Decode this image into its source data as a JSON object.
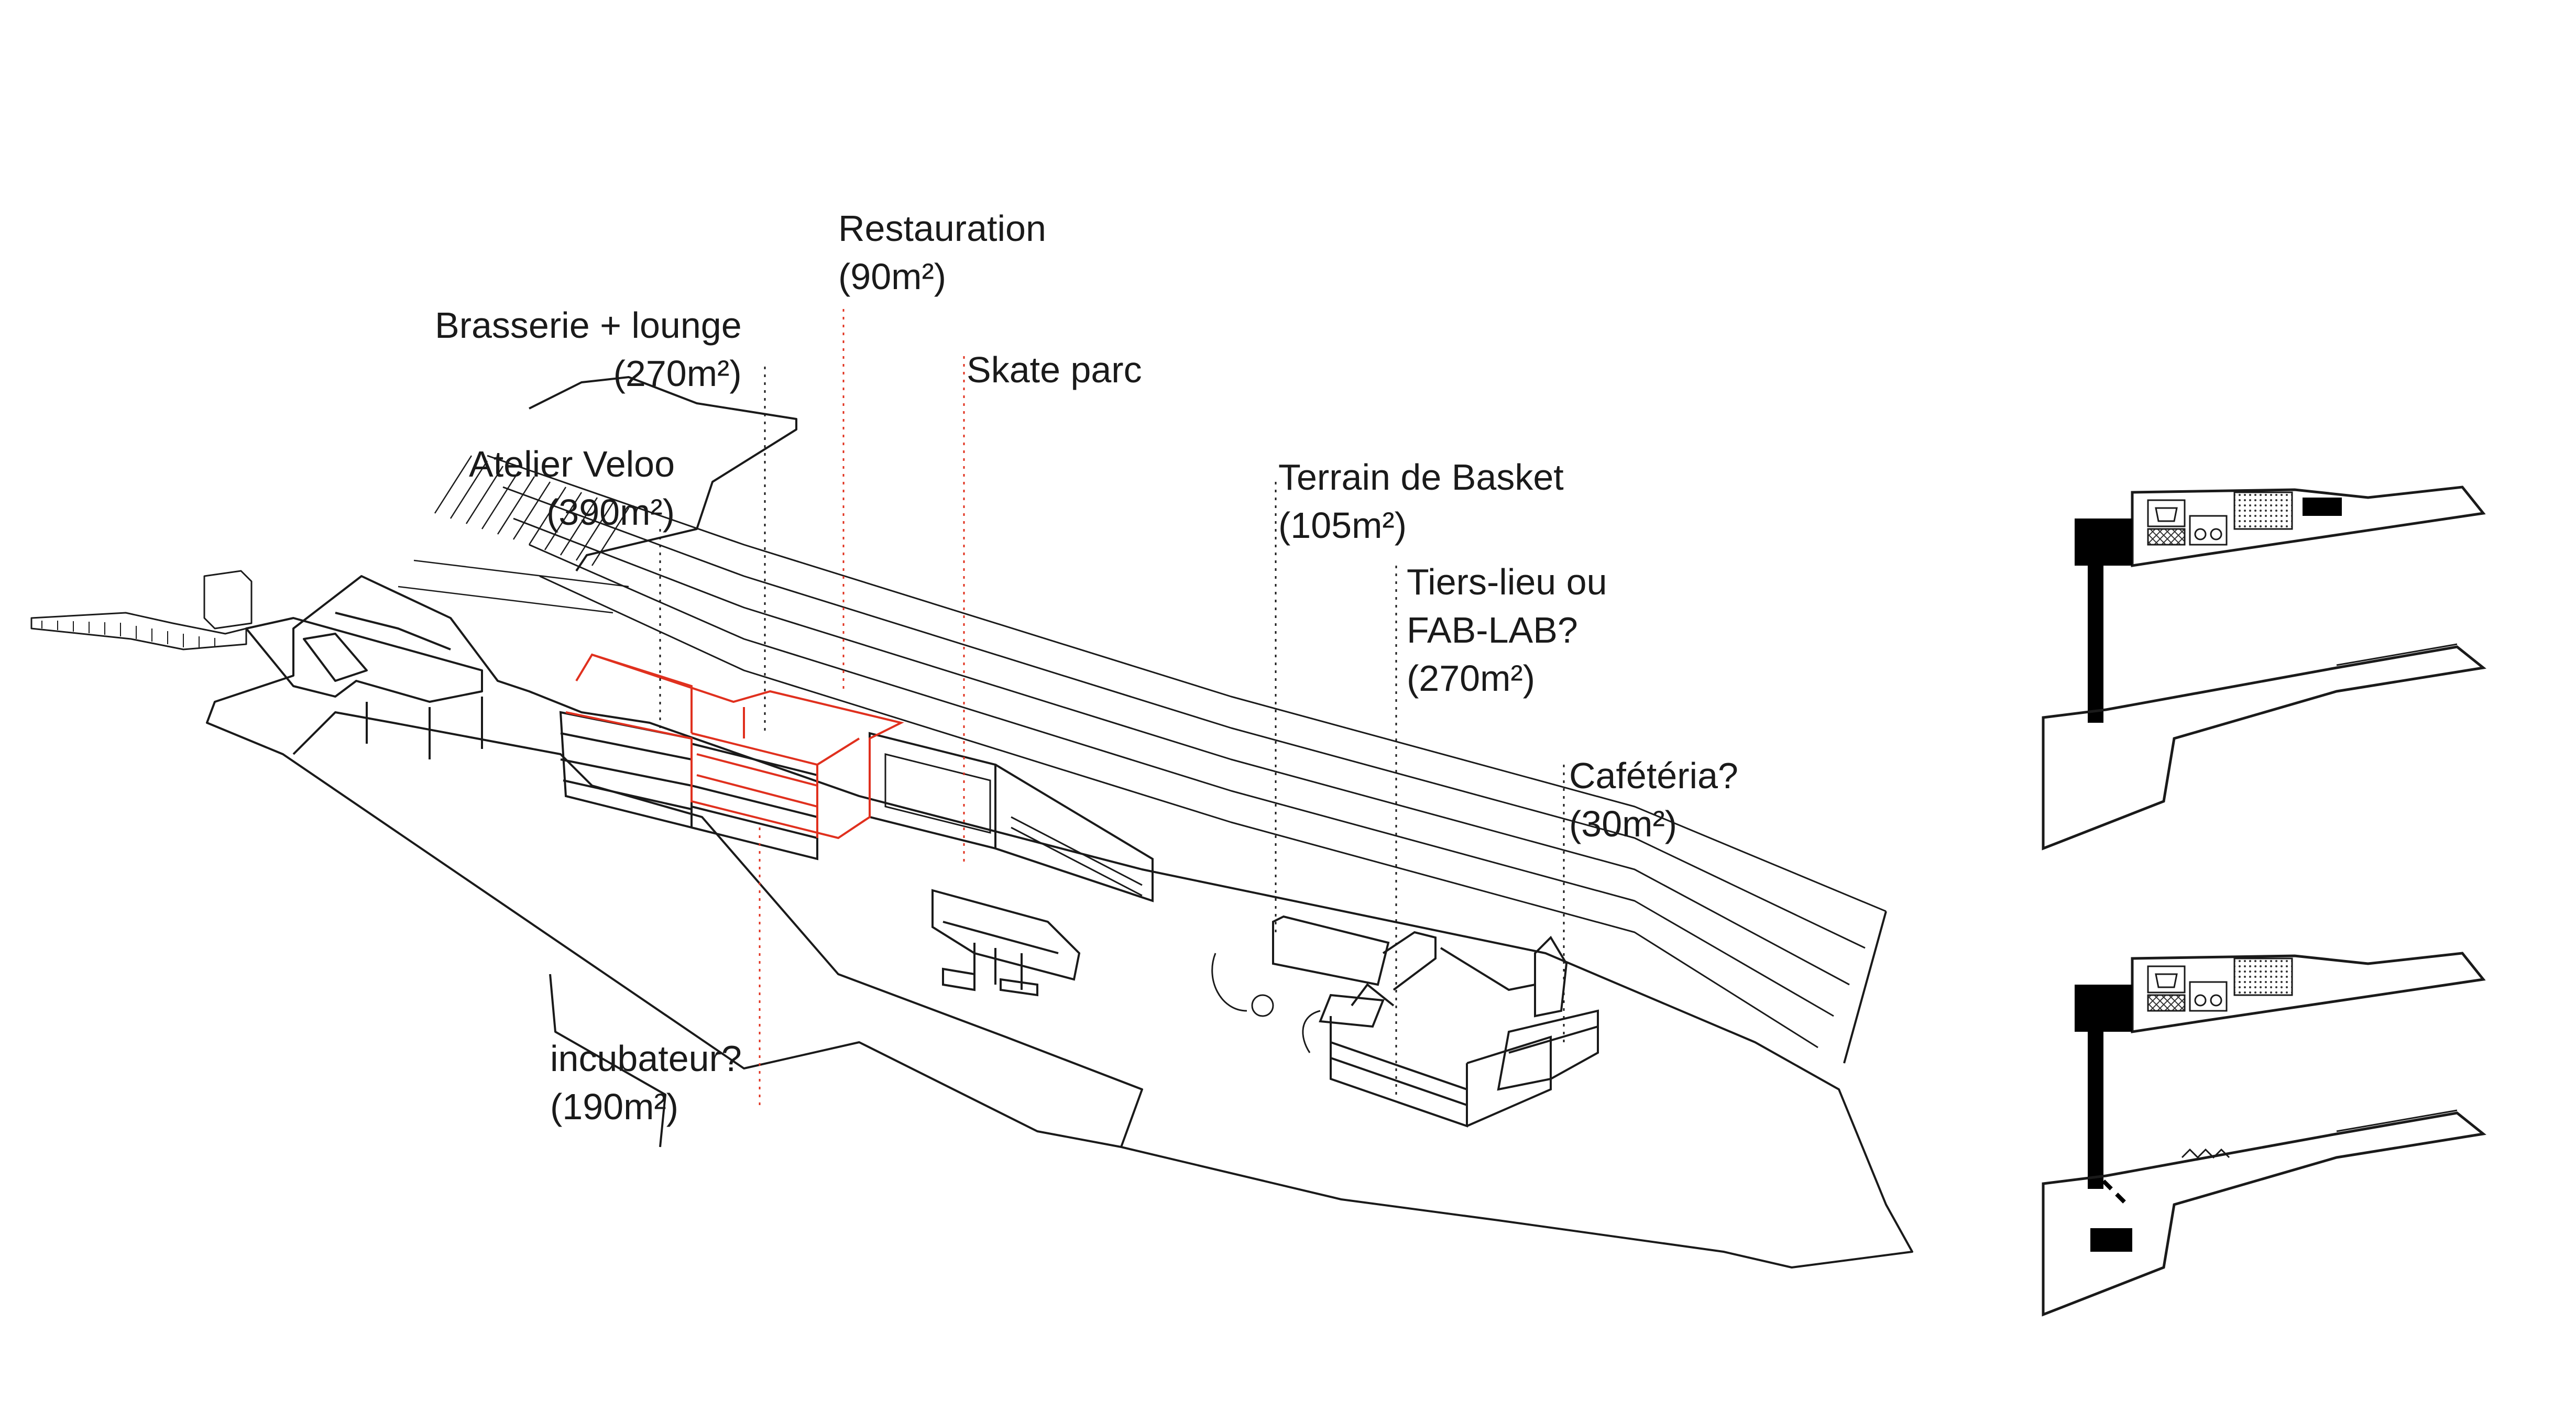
{
  "labels": {
    "restauration": {
      "name": "Restauration",
      "area": "(90m²)"
    },
    "brasserie": {
      "name": "Brasserie + lounge",
      "area": "(270m²)"
    },
    "skate": {
      "name": "Skate parc"
    },
    "atelier": {
      "name": "Atelier Veloo",
      "area": "(390m²)"
    },
    "basket": {
      "name": "Terrain de Basket",
      "area": "(105m²)"
    },
    "tiers_lieu": {
      "line1": "Tiers-lieu ou",
      "line2": "FAB-LAB?",
      "area": "(270m²)"
    },
    "cafeteria": {
      "name": "Cafétéria?",
      "area": "(30m²)"
    },
    "incubateur": {
      "name": "incubateur?",
      "area": "(190m²)"
    }
  },
  "colors": {
    "line": "#1a1a1a",
    "highlight": "#e0301e",
    "fill_black": "#000000"
  },
  "icons": [
    "coffee-icon",
    "bicycle-icon",
    "hatched-area-icon",
    "zigzag-icon"
  ]
}
